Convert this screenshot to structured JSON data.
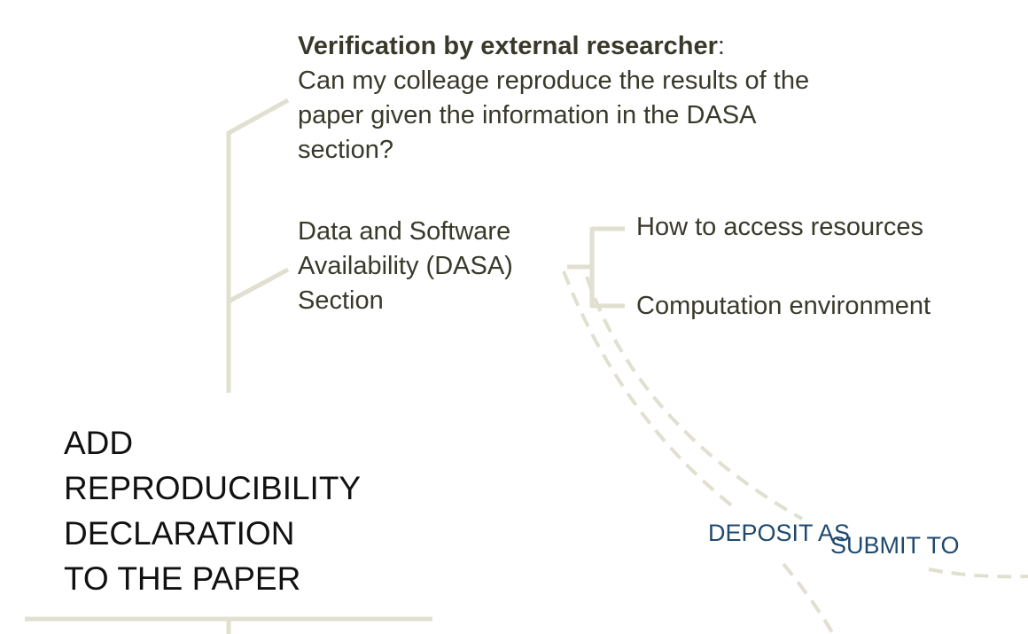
{
  "verification": {
    "heading": "Verification by external researcher",
    "colon": ":",
    "lines": [
      "Can my colleage reproduce the results of the",
      "paper given the information in the DASA",
      "section?"
    ]
  },
  "dasa": {
    "lines": [
      "Data and Software",
      "Availability (DASA)",
      "Section"
    ]
  },
  "children": [
    "How to access resources",
    "Computation environment"
  ],
  "main_node": {
    "lines": [
      "ADD",
      "REPRODUCIBILITY",
      "DECLARATION",
      "TO THE PAPER"
    ]
  },
  "edge_labels": {
    "deposit": "DEPOSIT AS",
    "submit": "SUBMIT TO"
  },
  "colors": {
    "line": "#e0dfd0",
    "text": "#39392b",
    "edge_label": "#1f4a6e"
  }
}
